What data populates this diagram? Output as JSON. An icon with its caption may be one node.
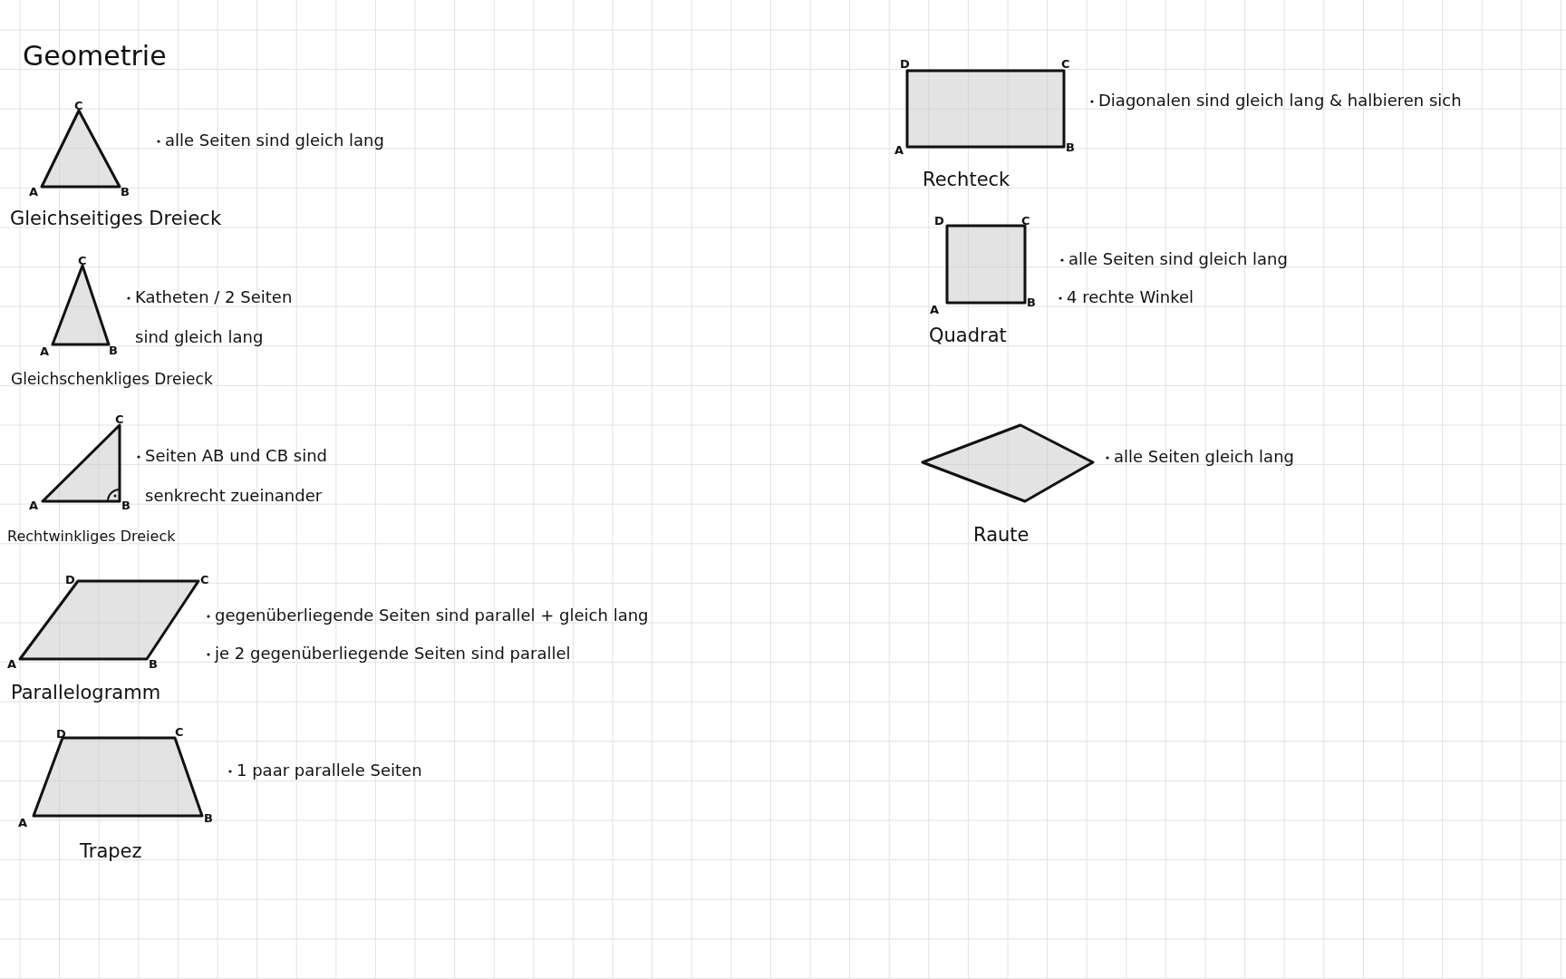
{
  "diagram": {
    "title": "Geometrie",
    "nodes": [
      {
        "text": [
          "Gleichseitiges Dreieck"
        ],
        "beside": [
          "C",
          "A",
          "B",
          "alle Seiten sind gleich lang"
        ]
      },
      {
        "text": [
          "Gleichschenkliges Dreieck"
        ],
        "beside": [
          "C",
          "A",
          "B",
          "Katheten / 2 Seiten sind gleich lang"
        ]
      },
      {
        "text": [
          "Rechtwinkliges Dreieck"
        ],
        "beside": [
          "C",
          "A",
          "B",
          "Seiten AB und CB sind senkrecht zueinander"
        ]
      },
      {
        "text": [
          "Parallelogramm"
        ],
        "beside": [
          "D",
          "C",
          "A",
          "B",
          "gegenüberliegende Seiten sind parallel + gleich lang",
          "je 2 gegenüberliegende Seiten sind parallel"
        ]
      },
      {
        "text": [
          "Trapez"
        ],
        "beside": [
          "D",
          "C",
          "A",
          "B",
          "1 paar parallele Seiten"
        ]
      },
      {
        "text": [
          "Rechteck"
        ],
        "beside": [
          "D",
          "C",
          "A",
          "B",
          "Diagonalen sind gleich lang & halbieren sich"
        ]
      },
      {
        "text": [
          "Quadrat"
        ],
        "beside": [
          "D",
          "C",
          "A",
          "B",
          "alle Seiten sind gleich lang",
          "4 rechte Winkel"
        ]
      },
      {
        "text": [
          "Raute"
        ],
        "beside": [
          "alle Seiten gleich lang"
        ]
      }
    ]
  }
}
